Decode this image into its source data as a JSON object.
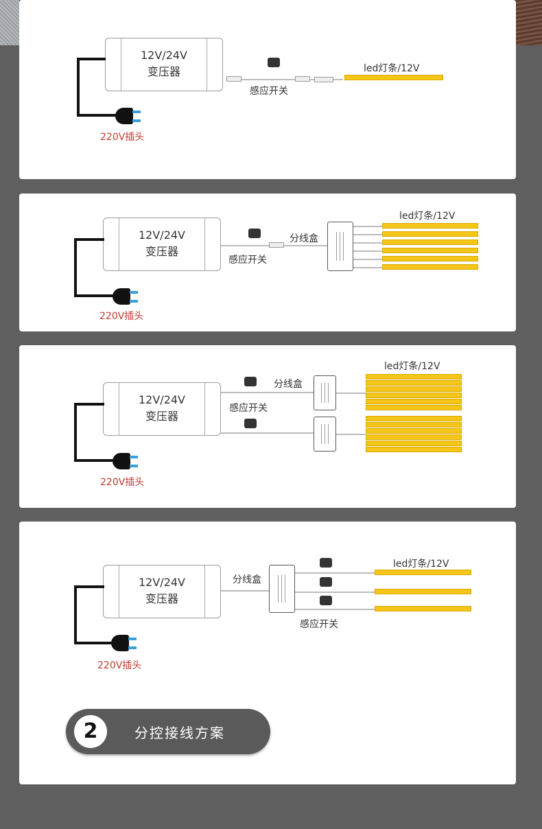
{
  "labels": {
    "transformer_voltage": "12V/24V",
    "transformer": "变压器",
    "plug": "220V插头",
    "sensor_switch": "感应开关",
    "junction_box": "分线盒",
    "led_strip": "led灯条/12V"
  },
  "badge": {
    "number": "2",
    "title": "分控接线方案"
  },
  "colors": {
    "strip": "#f5c518",
    "plug_label": "#c0392b",
    "background": "#5f5f5f",
    "badge": "#5a5a5a"
  }
}
